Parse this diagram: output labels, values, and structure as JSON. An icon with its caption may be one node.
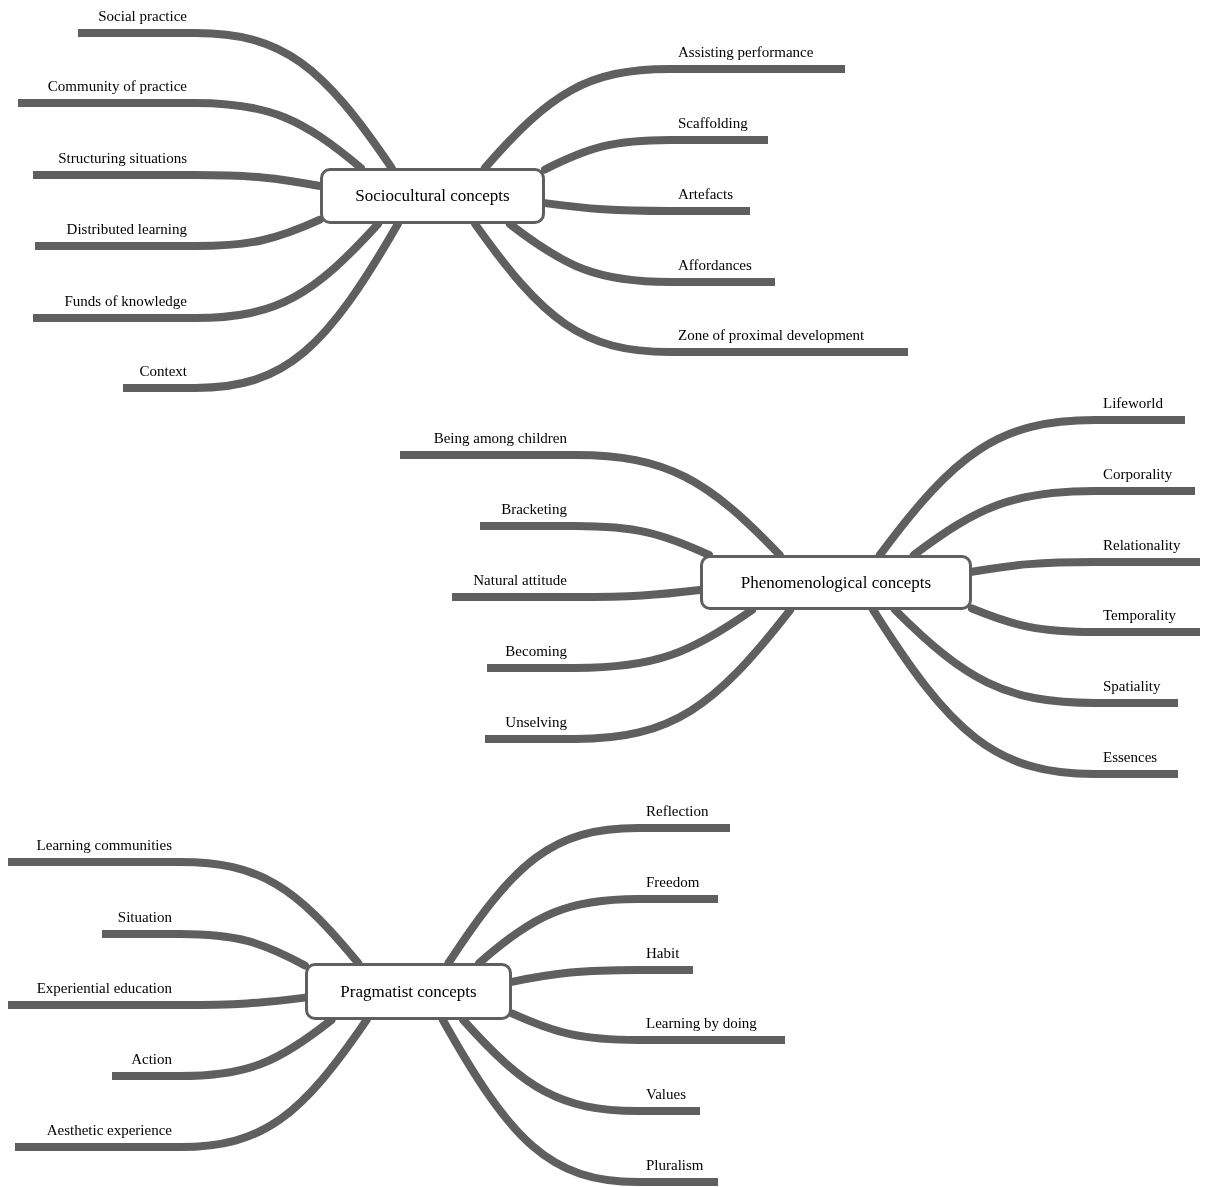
{
  "diagram": {
    "nodes": [
      {
        "text": [
          "Sociocultural concepts"
        ]
      },
      {
        "text": [
          "Social practice"
        ]
      },
      {
        "text": [
          "Community of practice"
        ]
      },
      {
        "text": [
          "Structuring situations"
        ]
      },
      {
        "text": [
          "Distributed learning"
        ]
      },
      {
        "text": [
          "Funds of knowledge"
        ]
      },
      {
        "text": [
          "Context"
        ]
      },
      {
        "text": [
          "Assisting performance"
        ]
      },
      {
        "text": [
          "Scaffolding"
        ]
      },
      {
        "text": [
          "Artefacts"
        ]
      },
      {
        "text": [
          "Affordances"
        ]
      },
      {
        "text": [
          "Zone of proximal development"
        ]
      },
      {
        "text": [
          "Phenomenological concepts"
        ]
      },
      {
        "text": [
          "Being among children"
        ]
      },
      {
        "text": [
          "Bracketing"
        ]
      },
      {
        "text": [
          "Natural attitude"
        ]
      },
      {
        "text": [
          "Becoming"
        ]
      },
      {
        "text": [
          "Unselving"
        ]
      },
      {
        "text": [
          "Lifeworld"
        ]
      },
      {
        "text": [
          "Corporality"
        ]
      },
      {
        "text": [
          "Relationality"
        ]
      },
      {
        "text": [
          "Temporality"
        ]
      },
      {
        "text": [
          "Spatiality"
        ]
      },
      {
        "text": [
          "Essences"
        ]
      },
      {
        "text": [
          "Pragmatist concepts"
        ]
      },
      {
        "text": [
          "Learning communities"
        ]
      },
      {
        "text": [
          "Situation"
        ]
      },
      {
        "text": [
          "Experiential education"
        ]
      },
      {
        "text": [
          "Action"
        ]
      },
      {
        "text": [
          "Aesthetic experience"
        ]
      },
      {
        "text": [
          "Reflection"
        ]
      },
      {
        "text": [
          "Freedom"
        ]
      },
      {
        "text": [
          "Habit"
        ]
      },
      {
        "text": [
          "Learning by doing"
        ]
      },
      {
        "text": [
          "Values"
        ]
      },
      {
        "text": [
          "Pluralism"
        ]
      }
    ],
    "edges": [
      {
        "from": 0,
        "to": 1,
        "arrow": "none"
      },
      {
        "from": 0,
        "to": 2,
        "arrow": "none"
      },
      {
        "from": 0,
        "to": 3,
        "arrow": "none"
      },
      {
        "from": 0,
        "to": 4,
        "arrow": "none"
      },
      {
        "from": 0,
        "to": 5,
        "arrow": "none"
      },
      {
        "from": 0,
        "to": 6,
        "arrow": "none"
      },
      {
        "from": 0,
        "to": 7,
        "arrow": "none"
      },
      {
        "from": 0,
        "to": 8,
        "arrow": "none"
      },
      {
        "from": 0,
        "to": 9,
        "arrow": "none"
      },
      {
        "from": 0,
        "to": 10,
        "arrow": "none"
      },
      {
        "from": 0,
        "to": 11,
        "arrow": "none"
      },
      {
        "from": 12,
        "to": 13,
        "arrow": "none"
      },
      {
        "from": 12,
        "to": 14,
        "arrow": "none"
      },
      {
        "from": 12,
        "to": 15,
        "arrow": "none"
      },
      {
        "from": 12,
        "to": 16,
        "arrow": "none"
      },
      {
        "from": 12,
        "to": 17,
        "arrow": "none"
      },
      {
        "from": 12,
        "to": 18,
        "arrow": "none"
      },
      {
        "from": 12,
        "to": 19,
        "arrow": "none"
      },
      {
        "from": 12,
        "to": 20,
        "arrow": "none"
      },
      {
        "from": 12,
        "to": 21,
        "arrow": "none"
      },
      {
        "from": 12,
        "to": 22,
        "arrow": "none"
      },
      {
        "from": 12,
        "to": 23,
        "arrow": "none"
      },
      {
        "from": 24,
        "to": 25,
        "arrow": "none"
      },
      {
        "from": 24,
        "to": 26,
        "arrow": "none"
      },
      {
        "from": 24,
        "to": 27,
        "arrow": "none"
      },
      {
        "from": 24,
        "to": 28,
        "arrow": "none"
      },
      {
        "from": 24,
        "to": 29,
        "arrow": "none"
      },
      {
        "from": 24,
        "to": 30,
        "arrow": "none"
      },
      {
        "from": 24,
        "to": 31,
        "arrow": "none"
      },
      {
        "from": 24,
        "to": 32,
        "arrow": "none"
      },
      {
        "from": 24,
        "to": 33,
        "arrow": "none"
      },
      {
        "from": 24,
        "to": 34,
        "arrow": "none"
      },
      {
        "from": 24,
        "to": 35,
        "arrow": "none"
      }
    ]
  }
}
